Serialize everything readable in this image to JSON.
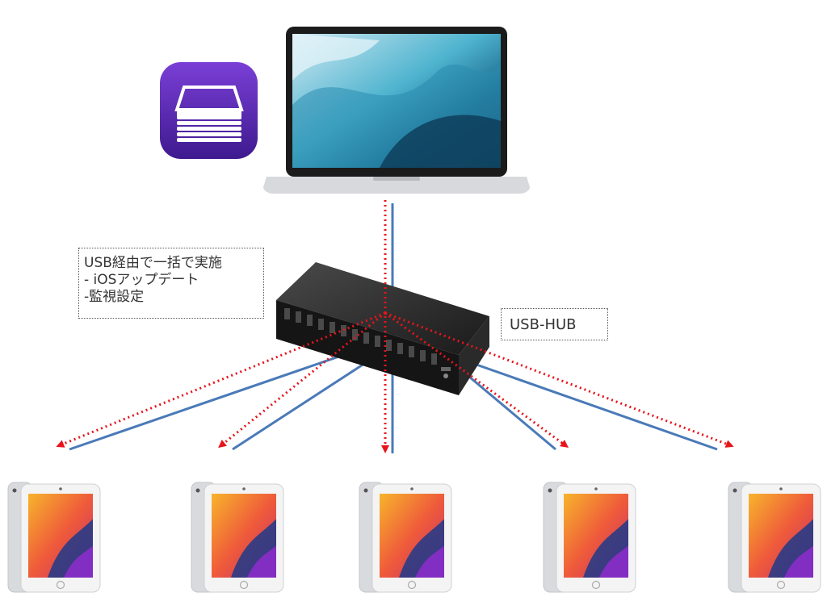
{
  "process_note": {
    "lines": [
      "USB経由で一括で実施",
      " - iOSアップデート",
      " -監視設定"
    ]
  },
  "hub_label": "USB-HUB",
  "colors": {
    "usb_cable": "#4a7ab8",
    "data_flow": "#e8141c",
    "app_icon": "#5b2bb5",
    "hub_body": "#2a2a2a"
  },
  "icons": {
    "app": "apple-configurator-icon",
    "laptop": "macbook-air-icon",
    "hub": "usb-hub-icon",
    "tablet": "ipad-icon"
  },
  "tablets": [
    {
      "name": "ipad-1"
    },
    {
      "name": "ipad-2"
    },
    {
      "name": "ipad-3"
    },
    {
      "name": "ipad-4"
    },
    {
      "name": "ipad-5"
    }
  ]
}
